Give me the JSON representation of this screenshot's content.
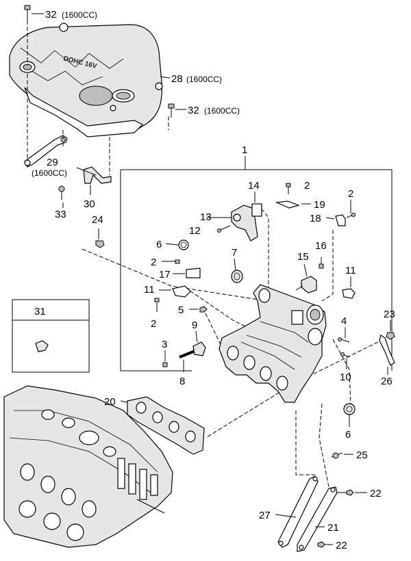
{
  "callouts": {
    "c32a": "32",
    "c32a_note": "(1600CC)",
    "c28": "28",
    "c28_note": "(1600CC)",
    "c32b": "32",
    "c32b_note": "(1600CC)",
    "c29": "29",
    "c29_note": "(1600CC)",
    "c33": "33",
    "c30": "30",
    "c24": "24",
    "c1": "1",
    "c2a": "2",
    "c2b": "2",
    "c2c": "2",
    "c2d": "2",
    "c14": "14",
    "c19": "19",
    "c18": "18",
    "c13": "13",
    "c12": "12",
    "c6a": "6",
    "c16": "16",
    "c7": "7",
    "c15": "15",
    "c17": "17",
    "c11a": "11",
    "c11b": "11",
    "c5": "5",
    "c9": "9",
    "c4": "4",
    "c23": "23",
    "c3": "3",
    "c8": "8",
    "c10": "10",
    "c26": "26",
    "c31": "31",
    "c20": "20",
    "c6b": "6",
    "c25": "25",
    "c22a": "22",
    "c27": "27",
    "c21": "21",
    "c22b": "22"
  },
  "engine_cover_logo": "DOHC 16V"
}
